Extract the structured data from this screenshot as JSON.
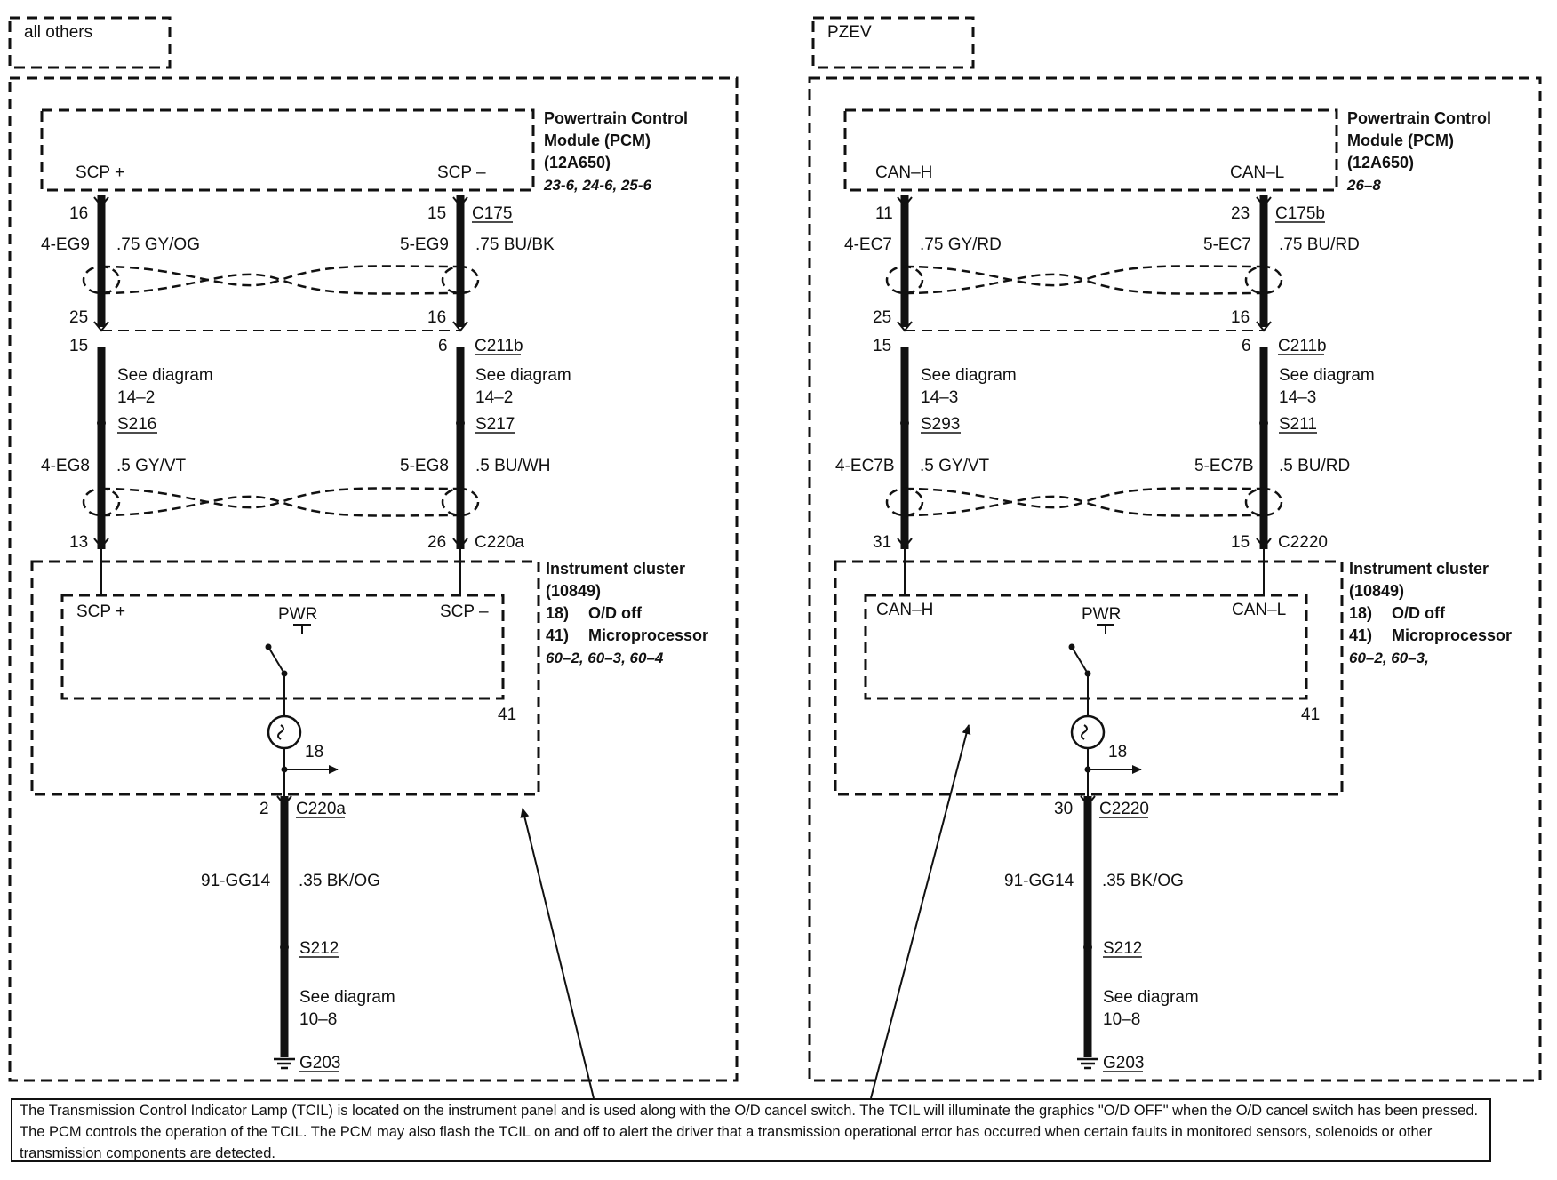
{
  "variants": [
    {
      "label": "all others",
      "pcm": {
        "name_lines": [
          "Powertrain Control",
          "Module (PCM)",
          "(12A650)"
        ],
        "refs": "23-6, 24-6, 25-6",
        "pin_left": "SCP +",
        "pin_right": "SCP –"
      },
      "pcm_pins": {
        "left": "16",
        "right": "15",
        "connector": "C175"
      },
      "twist1": {
        "left_circuit": "4-EG9",
        "left_wire": ".75 GY/OG",
        "right_circuit": "5-EG9",
        "right_wire": ".75 BU/BK"
      },
      "inline_a": {
        "left": "25",
        "right": "16"
      },
      "inline_b": {
        "left": "15",
        "right": "6",
        "connector": "C211b"
      },
      "left_see": {
        "line1": "See diagram",
        "line2": "14–2",
        "splice": "S216"
      },
      "right_see": {
        "line1": "See diagram",
        "line2": "14–2",
        "splice": "S217"
      },
      "twist2": {
        "left_circuit": "4-EG8",
        "left_wire": ".5 GY/VT",
        "right_circuit": "5-EG8",
        "right_wire": ".5 BU/WH"
      },
      "cluster_pins": {
        "left": "13",
        "right": "26",
        "connector": "C220a"
      },
      "cluster": {
        "name_lines": [
          "Instrument cluster",
          "(10849)"
        ],
        "items": [
          {
            "num": "18)",
            "label": "O/D off"
          },
          {
            "num": "41)",
            "label": "Microprocessor"
          }
        ],
        "refs": "60–2, 60–3, 60–4",
        "pin_left": "SCP +",
        "pin_right": "SCP –",
        "pwr": "PWR",
        "micro_num": "41",
        "lamp_num": "18"
      },
      "ground": {
        "pin": "2",
        "connector": "C220a",
        "circuit": "91-GG14",
        "wire": ".35 BK/OG",
        "splice": "S212",
        "see_line1": "See diagram",
        "see_line2": "10–8",
        "ground_id": "G203"
      }
    },
    {
      "label": "PZEV",
      "pcm": {
        "name_lines": [
          "Powertrain Control",
          "Module (PCM)",
          "(12A650)"
        ],
        "refs": "26–8",
        "pin_left": "CAN–H",
        "pin_right": "CAN–L"
      },
      "pcm_pins": {
        "left": "11",
        "right": "23",
        "connector": "C175b"
      },
      "twist1": {
        "left_circuit": "4-EC7",
        "left_wire": ".75 GY/RD",
        "right_circuit": "5-EC7",
        "right_wire": ".75 BU/RD"
      },
      "inline_a": {
        "left": "25",
        "right": "16"
      },
      "inline_b": {
        "left": "15",
        "right": "6",
        "connector": "C211b"
      },
      "left_see": {
        "line1": "See diagram",
        "line2": "14–3",
        "splice": "S293"
      },
      "right_see": {
        "line1": "See diagram",
        "line2": "14–3",
        "splice": "S211"
      },
      "twist2": {
        "left_circuit": "4-EC7B",
        "left_wire": ".5 GY/VT",
        "right_circuit": "5-EC7B",
        "right_wire": ".5 BU/RD"
      },
      "cluster_pins": {
        "left": "31",
        "right": "15",
        "connector": "C2220"
      },
      "cluster": {
        "name_lines": [
          "Instrument cluster",
          "(10849)"
        ],
        "items": [
          {
            "num": "18)",
            "label": "O/D off"
          },
          {
            "num": "41)",
            "label": "Microprocessor"
          }
        ],
        "refs": "60–2, 60–3,",
        "pin_left": "CAN–H",
        "pin_right": "CAN–L",
        "pwr": "PWR",
        "micro_num": "41",
        "lamp_num": "18"
      },
      "ground": {
        "pin": "30",
        "connector": "C2220",
        "circuit": "91-GG14",
        "wire": ".35 BK/OG",
        "splice": "S212",
        "see_line1": "See diagram",
        "see_line2": "10–8",
        "ground_id": "G203"
      }
    }
  ],
  "note": "The Transmission Control Indicator Lamp (TCIL) is located on the instrument panel and is used along with the O/D cancel switch. The TCIL will illuminate the graphics \"O/D OFF\" when the O/D cancel switch has been pressed. The PCM controls the operation of the TCIL. The PCM may also flash the TCIL on and off to alert the driver that a transmission operational error has occurred when certain faults in monitored sensors, solenoids or other transmission components are detected."
}
